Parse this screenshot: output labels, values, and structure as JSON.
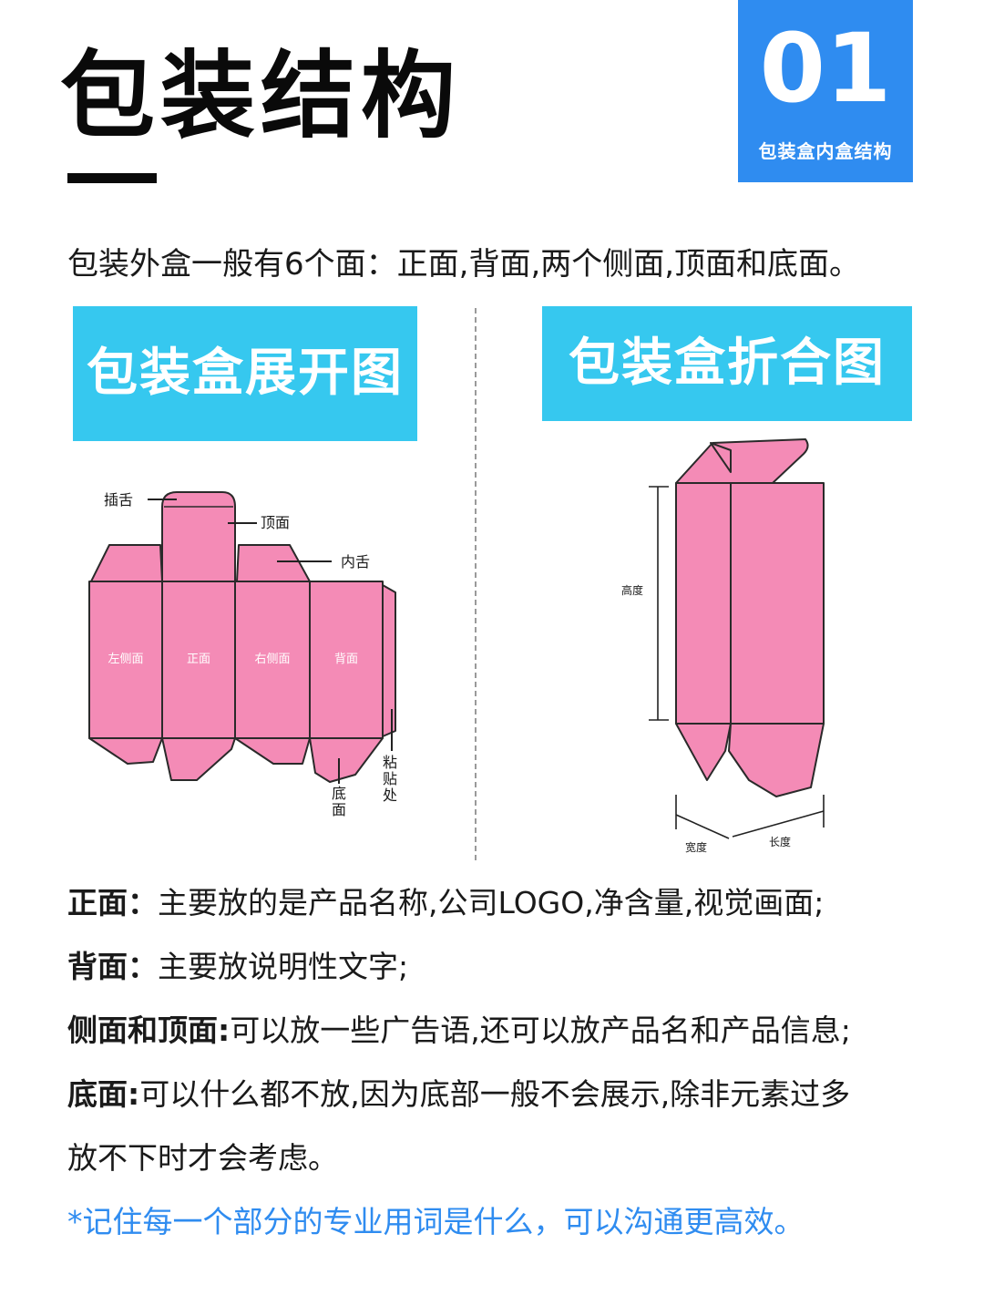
{
  "header": {
    "title": "包装结构",
    "badge_number": "01",
    "badge_subtitle": "包装盒内盒结构"
  },
  "intro": "包装外盒一般有6个面：正面,背面,两个侧面,顶面和底面。",
  "diagrams": {
    "unfolded": {
      "heading": "包装盒展开图",
      "labels": {
        "tongue": "插舌",
        "top": "顶面",
        "inner_tongue": "内舌",
        "left_side": "左侧面",
        "front": "正面",
        "right_side": "右侧面",
        "back": "背面",
        "bottom_1": "底",
        "bottom_2": "面",
        "glue_1": "粘",
        "glue_2": "贴",
        "glue_3": "处"
      }
    },
    "folded": {
      "heading": "包装盒折合图",
      "labels": {
        "height": "高度",
        "width": "宽度",
        "length": "长度"
      }
    }
  },
  "descriptions": [
    {
      "term": "正面：",
      "text": "主要放的是产品名称,公司LOGO,净含量,视觉画面;"
    },
    {
      "term": "背面：",
      "text": "主要放说明性文字;"
    },
    {
      "term": "侧面和顶面:",
      "text": "可以放一些广告语,还可以放产品名和产品信息;"
    },
    {
      "term": "底面:",
      "text": "可以什么都不放,因为底部一般不会展示,除非元素过多"
    },
    {
      "term": "",
      "text": "放不下时才会考虑。"
    }
  ],
  "note": "*记住每一个部分的专业用词是什么，可以沟通更高效。",
  "colors": {
    "badge_blue": "#2f8cf0",
    "heading_cyan": "#36c8ef",
    "box_pink": "#f48bb6",
    "note_blue": "#2f8cf0"
  }
}
